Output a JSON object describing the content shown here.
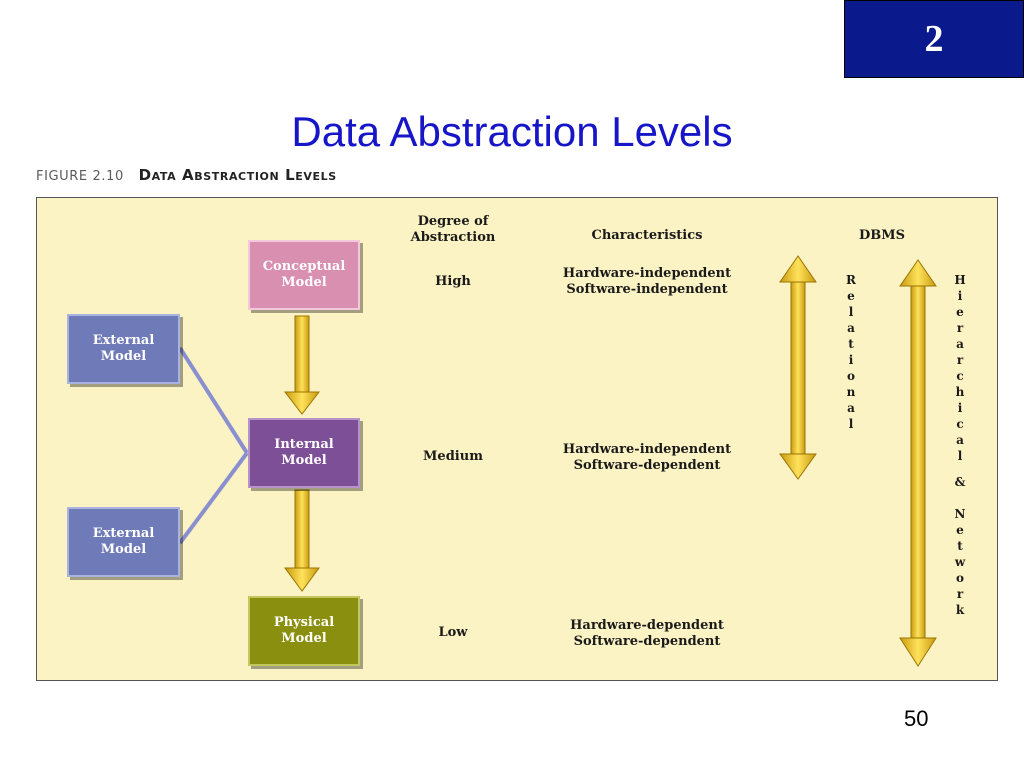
{
  "slide": {
    "section_badge": "2",
    "title": "Data Abstraction Levels",
    "page_number": "50"
  },
  "figure": {
    "number": "FIGURE 2.10",
    "name": "Data Abstraction Levels"
  },
  "headers": {
    "degree": "Degree of\nAbstraction",
    "characteristics": "Characteristics",
    "dbms": "DBMS"
  },
  "models": {
    "conceptual": {
      "label": "Conceptual\nModel",
      "color": "#d98fb0"
    },
    "external_top": {
      "label": "External\nModel",
      "color": "#6f7bb8"
    },
    "internal": {
      "label": "Internal\nModel",
      "color": "#7d4f96"
    },
    "external_bottom": {
      "label": "External\nModel",
      "color": "#6f7bb8"
    },
    "physical": {
      "label": "Physical\nModel",
      "color": "#8a8f10"
    }
  },
  "levels": [
    {
      "degree": "High",
      "characteristics": "Hardware-independent\nSoftware-independent"
    },
    {
      "degree": "Medium",
      "characteristics": "Hardware-independent\nSoftware-dependent"
    },
    {
      "degree": "Low",
      "characteristics": "Hardware-dependent\nSoftware-dependent"
    }
  ],
  "dbms": {
    "relational": "Relational",
    "hierarchical": "Hierarchical",
    "ampersand": "&",
    "network": "Network"
  },
  "colors": {
    "badge_bg": "#0a1a8c",
    "title": "#1616c8",
    "panel_bg": "#fbf3c4",
    "arrow": "#f0c020",
    "connector": "#8a8fd0"
  }
}
